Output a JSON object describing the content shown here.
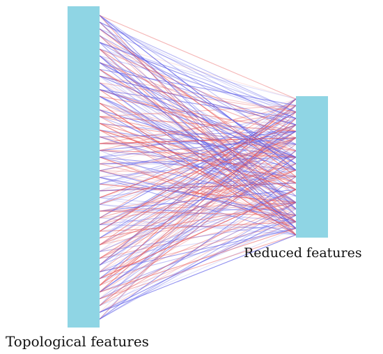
{
  "labels": {
    "left": "Topological features",
    "right": "Reduced features"
  },
  "colors": {
    "block": "#8fd5e4",
    "positive": "#e85a5a",
    "negative": "#5a5ae8",
    "background": "#ffffff"
  },
  "connections": {
    "source_count": 46,
    "target_count": 22
  }
}
